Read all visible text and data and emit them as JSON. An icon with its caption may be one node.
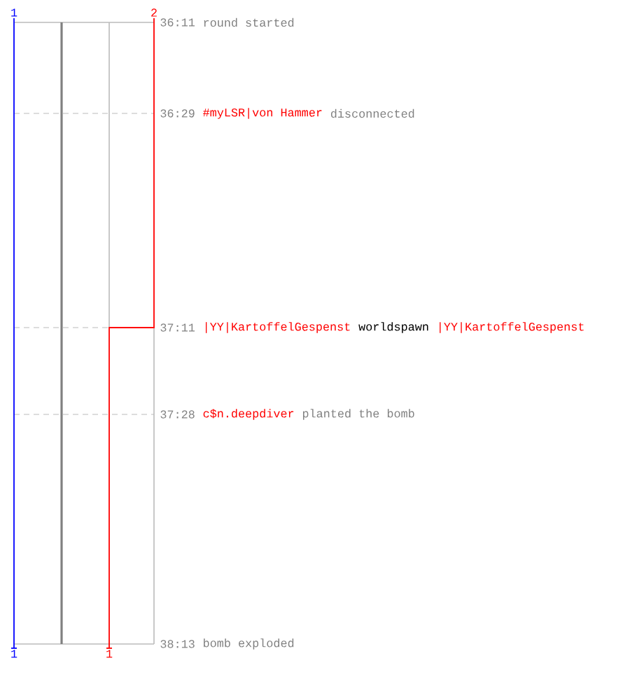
{
  "diagram": {
    "labels": [
      "1",
      "2",
      "36:11",
      "round started",
      "36:29",
      "#myLSR|von Hammer",
      "disconnected",
      "37:11",
      "|YY|KartoffelGespenst",
      "worldspawn",
      "|YY|KartoffelGespenst",
      "37:28",
      "c$n.deepdiver",
      "planted the bomb",
      "38:13",
      "bomb exploded",
      "1",
      "1"
    ]
  }
}
